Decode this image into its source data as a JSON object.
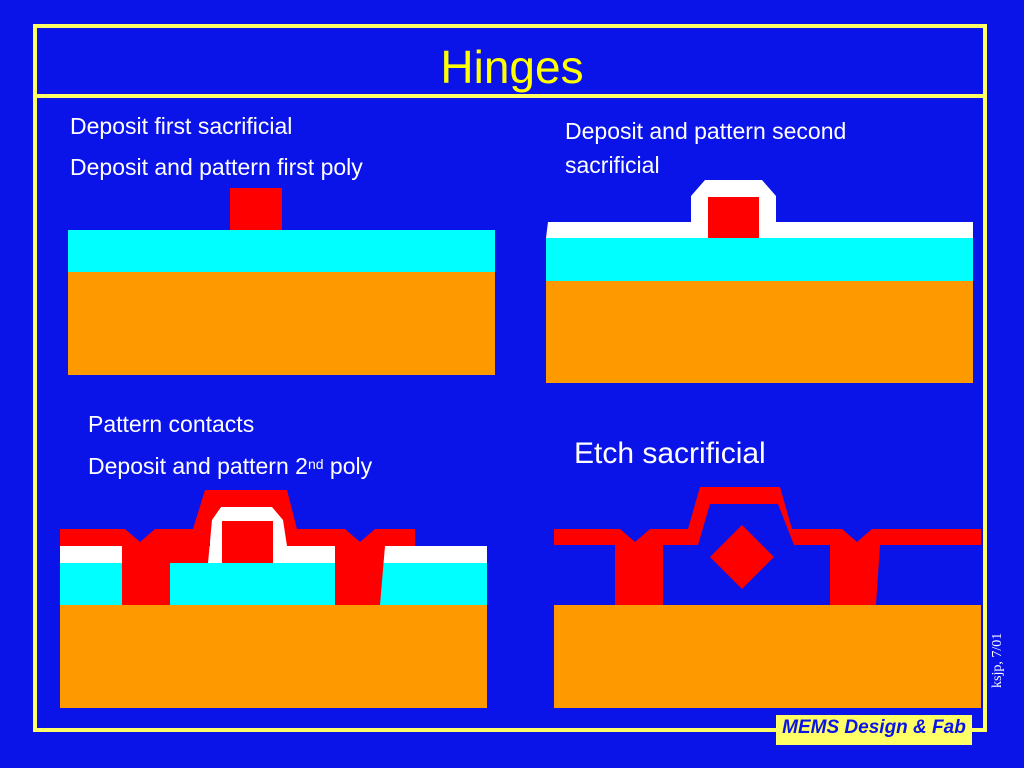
{
  "slide": {
    "title": "Hinges",
    "footer": "MEMS Design & Fab",
    "credit": "ksjp, 7/01"
  },
  "steps": [
    {
      "lines": [
        "Deposit first sacrificial",
        "Deposit and pattern first poly"
      ]
    },
    {
      "lines": [
        "Deposit and pattern second",
        "sacrificial"
      ]
    },
    {
      "line1": "Pattern contacts",
      "line2_pre": "Deposit and pattern 2",
      "line2_sup": "nd",
      "line2_post": " poly"
    },
    {
      "lines": [
        "Etch sacrificial"
      ]
    }
  ],
  "colors": {
    "background": "#0a14e8",
    "accent": "#ffff66",
    "substrate": "#ff9900",
    "first_sacrificial": "#00ffff",
    "second_sacrificial": "#ffffff",
    "poly": "#ff0000"
  }
}
